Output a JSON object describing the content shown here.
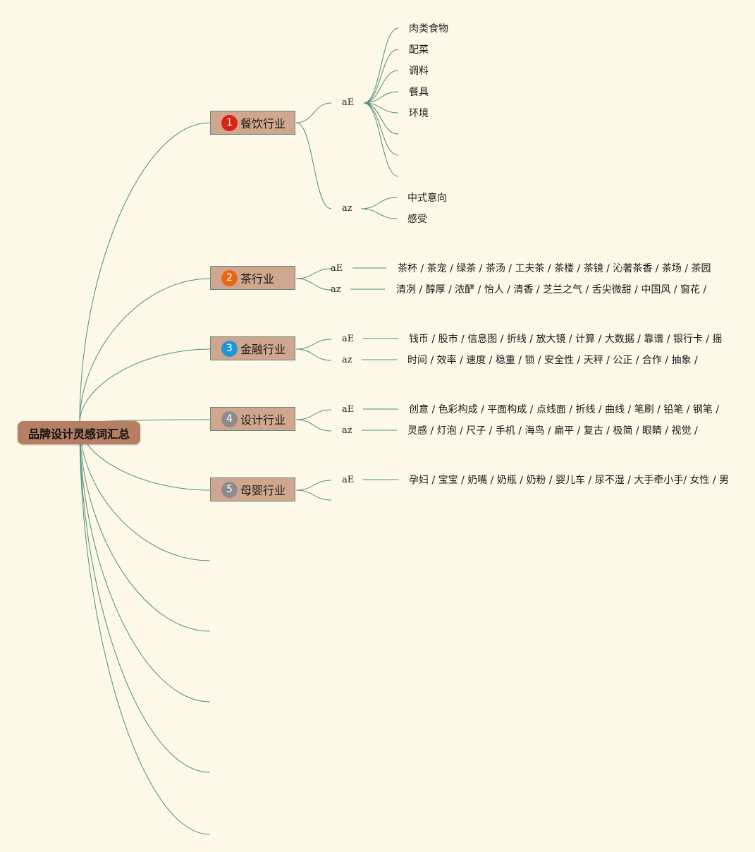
{
  "root": {
    "label": "品牌设计灵感词汇总"
  },
  "colors": {
    "line": "#4f8f7c",
    "background": "#fdf8e8",
    "root_fill": "#b47f63",
    "branch_fill": "#d1a68e"
  },
  "branches": [
    {
      "number": "1",
      "badge_color": "#d9231a",
      "label": "餐饮行业",
      "subs": [
        {
          "label": "aE",
          "items": [
            "肉类食物",
            "配菜",
            "调料",
            "餐具",
            "环境",
            "",
            "",
            ""
          ]
        },
        {
          "label": "az",
          "items": [
            "中式意向",
            "感受"
          ]
        }
      ]
    },
    {
      "number": "2",
      "badge_color": "#e8651a",
      "label": "茶行业",
      "subs": [
        {
          "label": "aE",
          "text": "茶杯 / 茶宠 / 绿茶 / 茶汤 / 工夫茶 / 茶楼 / 茶镜 / 沁著茶香 / 茶场 / 茶园"
        },
        {
          "label": "az",
          "text": "清冽 / 醇厚 / 浓酽 / 怡人 / 清香 / 芝兰之气 / 舌尖微甜 / 中国风 / 窗花 /"
        }
      ]
    },
    {
      "number": "3",
      "badge_color": "#2196d3",
      "label": "金融行业",
      "subs": [
        {
          "label": "aE",
          "text": "钱币 / 股市 / 信息图 / 折线 / 放大镜 / 计算 / 大数据 / 靠谱 / 银行卡 / 摇"
        },
        {
          "label": "az",
          "text": "时间 / 效率 / 速度 / 稳重 / 锁 / 安全性 / 天秤 / 公正 / 合作 / 抽象 /"
        }
      ]
    },
    {
      "number": "4",
      "badge_color": "#8c8c8c",
      "label": "设计行业",
      "subs": [
        {
          "label": "aE",
          "text": "创意 / 色彩构成 / 平面构成 / 点线面 / 折线 / 曲线 / 笔刷 / 铅笔 / 钢笔 /"
        },
        {
          "label": "az",
          "text": "灵感 / 灯泡 / 尺子 / 手机 / 海鸟 / 扁平 / 复古 / 极简 / 眼睛 / 视觉 /"
        }
      ]
    },
    {
      "number": "5",
      "badge_color": "#8c8c8c",
      "label": "母婴行业",
      "subs": [
        {
          "label": "aE",
          "text": "孕妇 / 宝宝 / 奶嘴 / 奶瓶 / 奶粉 / 婴儿车 / 尿不湿 / 大手牵小手/ 女性 / 男"
        },
        {
          "label": "",
          "text": ""
        }
      ]
    }
  ]
}
